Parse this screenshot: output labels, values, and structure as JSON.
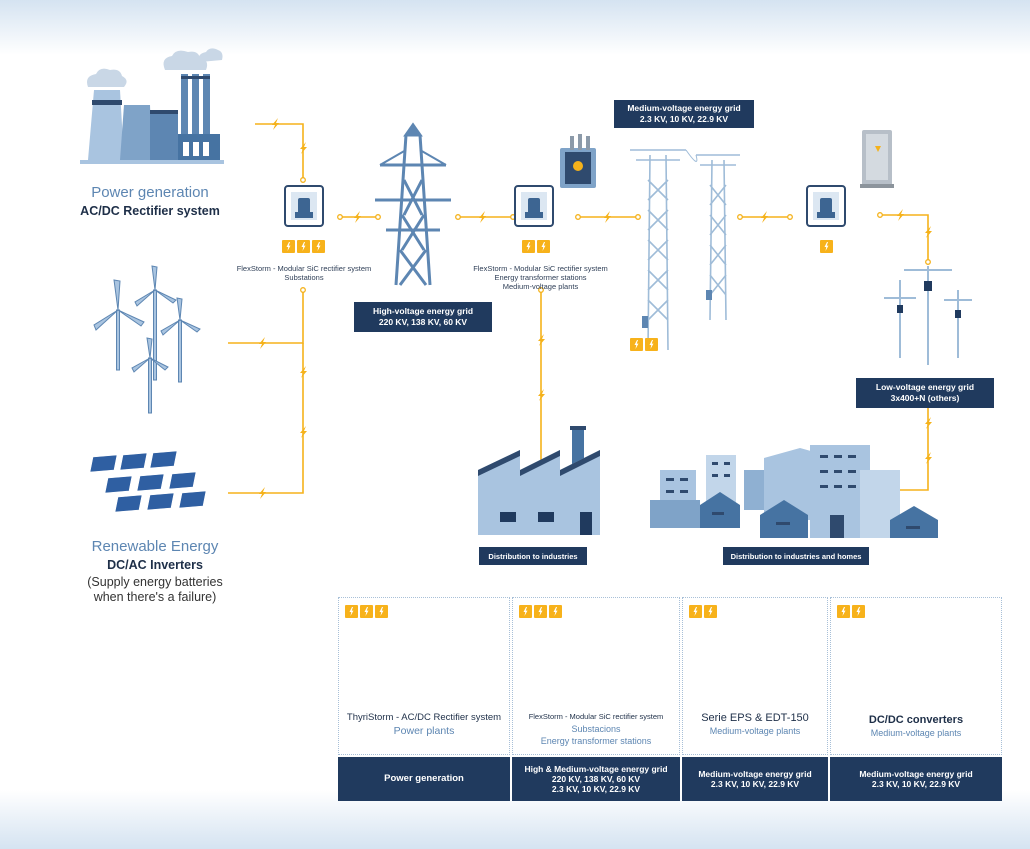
{
  "sources": {
    "power_generation": {
      "title": "Power generation",
      "subtitle": "AC/DC Rectifier system"
    },
    "renewable": {
      "title": "Renewable Energy",
      "subtitle": "DC/AC Inverters",
      "note_line1": "(Supply energy batteries",
      "note_line2": "when there's a failure)"
    }
  },
  "stations": {
    "substation": {
      "line1": "FlexStorm - Modular SiC rectifier system",
      "line2": "Substations",
      "bolts": 3
    },
    "transformer": {
      "line1": "FlexStorm - Modular SiC rectifier system",
      "line2": "Energy transformer stations",
      "line3": "Medium-voltage plants",
      "bolts": 2
    },
    "low_voltage_station": {
      "bolts": 1
    },
    "medium_poles": {
      "bolts": 2
    }
  },
  "grids": {
    "high": {
      "line1": "High-voltage energy grid",
      "line2": "220 KV, 138 KV, 60 KV"
    },
    "medium": {
      "line1": "Medium-voltage energy grid",
      "line2": "2.3 KV, 10 KV, 22.9 KV"
    },
    "low": {
      "line1": "Low-voltage energy grid",
      "line2": "3x400+N (others)"
    }
  },
  "distribution": {
    "industries": "Distribution to industries",
    "industries_homes": "Distribution to industries and homes"
  },
  "cards": [
    {
      "bolts": 3,
      "title": "ThyriStorm - AC/DC Rectifier system",
      "sub1": "Power plants",
      "sub2": "",
      "footer1": "Power generation",
      "footer2": "",
      "footer3": ""
    },
    {
      "bolts": 3,
      "title": "FlexStorm - Modular SiC rectifier system",
      "sub1": "Substacions",
      "sub2": "Energy transformer stations",
      "footer1": "High & Medium-voltage energy grid",
      "footer2": "220 KV, 138 KV, 60 KV",
      "footer3": "2.3 KV, 10 KV, 22.9 KV"
    },
    {
      "bolts": 2,
      "title": "Serie EPS & EDT-150",
      "sub1": "Medium-voltage plants",
      "sub2": "",
      "footer1": "Medium-voltage energy grid",
      "footer2": "2.3 KV, 10 KV, 22.9 KV",
      "footer3": ""
    },
    {
      "bolts": 2,
      "title": "DC/DC converters",
      "sub1": "Medium-voltage plants",
      "sub2": "",
      "footer1": "Medium-voltage energy grid",
      "footer2": "2.3 KV, 10 KV, 22.9 KV",
      "footer3": ""
    }
  ],
  "colors": {
    "wire": "#f5b21b",
    "navy": "#203a5e",
    "steel": "#5d86b2",
    "light": "#a9c4e0"
  }
}
